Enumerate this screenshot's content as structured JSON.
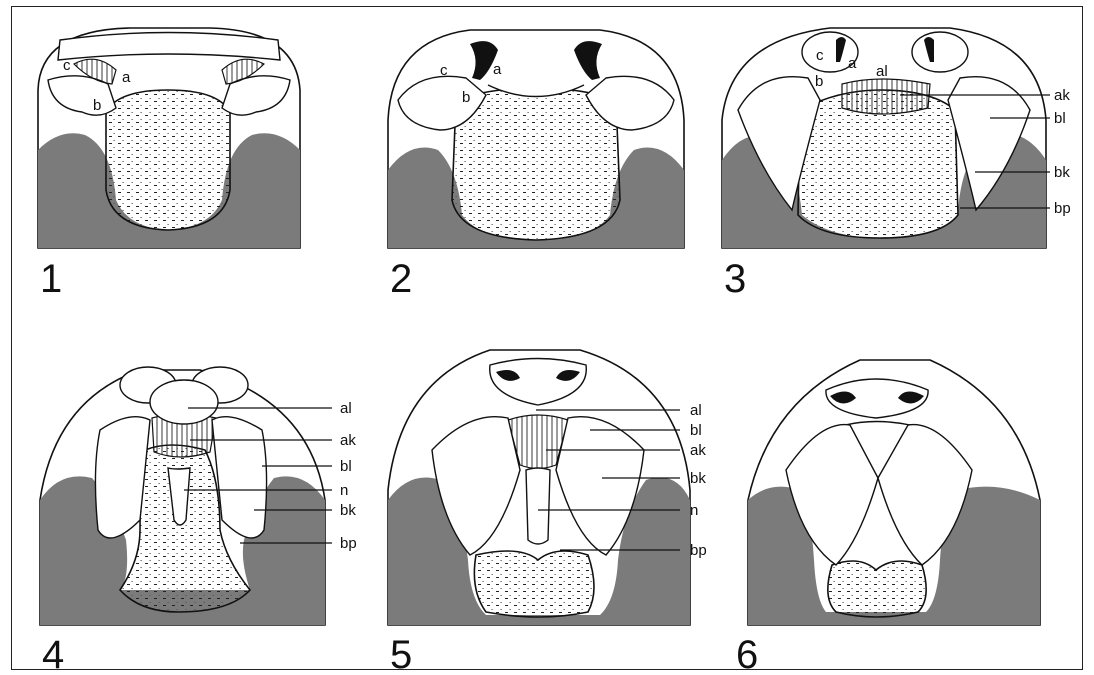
{
  "panels": [
    {
      "number": "1",
      "labels": [
        "c",
        "a",
        "b"
      ]
    },
    {
      "number": "2",
      "labels": [
        "c",
        "a",
        "b"
      ]
    },
    {
      "number": "3",
      "labels": [
        "c",
        "a",
        "al",
        "b",
        "ak",
        "bl",
        "bk",
        "bp"
      ]
    },
    {
      "number": "4",
      "labels": [
        "al",
        "ak",
        "bl",
        "n",
        "bk",
        "bp"
      ]
    },
    {
      "number": "5",
      "labels": [
        "al",
        "bl",
        "ak",
        "bk",
        "n",
        "bp"
      ]
    },
    {
      "number": "6",
      "labels": []
    }
  ],
  "colors": {
    "dark_region": "#7b7b7b",
    "line": "#111111",
    "background": "#ffffff"
  }
}
